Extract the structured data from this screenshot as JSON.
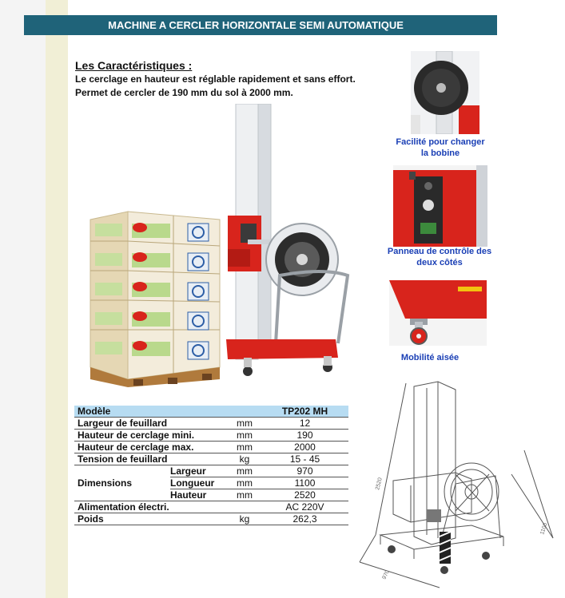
{
  "title": "MACHINE A CERCLER HORIZONTALE SEMI AUTOMATIQUE",
  "characteristics": {
    "heading": "Les Caractéristiques :",
    "lines": [
      "Le cerclage en hauteur est réglable rapidement et sans effort.",
      "Permet de cercler de 190 mm du sol à 2000 mm."
    ]
  },
  "features": [
    {
      "caption_1": "Facilité pour changer",
      "caption_2": "la bobine"
    },
    {
      "caption_1": "Panneau de contrôle des",
      "caption_2": "deux côtés"
    },
    {
      "caption_1": "Mobilité aisée",
      "caption_2": ""
    }
  ],
  "specs": {
    "header": {
      "label": "Modèle",
      "value": "TP202 MH"
    },
    "rows": [
      {
        "label": "Largeur de feuillard",
        "unit": "mm",
        "value": "12"
      },
      {
        "label": "Hauteur de cerclage mini.",
        "unit": "mm",
        "value": "190"
      },
      {
        "label": "Hauteur de cerclage max.",
        "unit": "mm",
        "value": "2000"
      },
      {
        "label": "Tension de feuillard",
        "unit": "kg",
        "value": "15 - 45"
      }
    ],
    "dimensions": {
      "label": "Dimensions",
      "items": [
        {
          "sub": "Largeur",
          "unit": "mm",
          "value": "970"
        },
        {
          "sub": "Longueur",
          "unit": "mm",
          "value": "1100"
        },
        {
          "sub": "Hauteur",
          "unit": "mm",
          "value": "2520"
        }
      ]
    },
    "tail": [
      {
        "label": "Alimentation électri.",
        "unit": "",
        "value": "AC 220V"
      },
      {
        "label": "Poids",
        "unit": "kg",
        "value": "262,3"
      }
    ]
  },
  "drawing": {
    "dim_height": "2520",
    "dim_length": "1100",
    "dim_width": "970"
  },
  "colors": {
    "title_bar": "#1f6379",
    "caption": "#1a3fb5",
    "table_header": "#b7dcf2",
    "machine_red": "#d8241c"
  }
}
